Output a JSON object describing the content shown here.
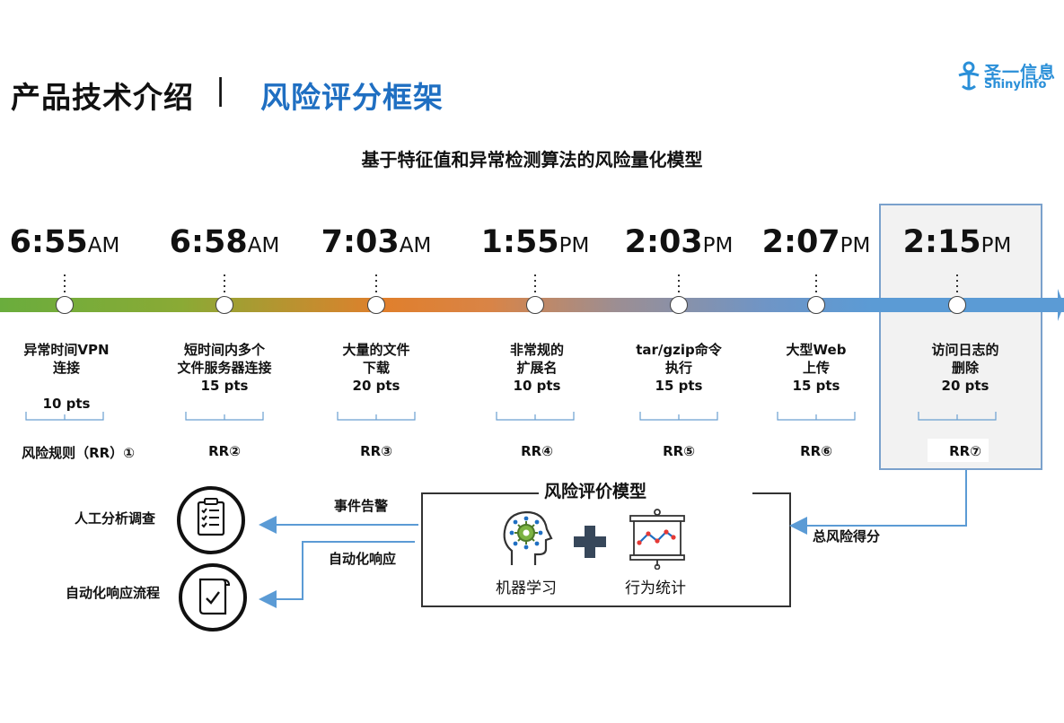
{
  "header": {
    "title": "产品技术介绍",
    "separator": "|",
    "subtitle": "风险评分框架"
  },
  "logo": {
    "cn": "圣一信息",
    "en": "ShinyInfo"
  },
  "diagram_title": "基于特征值和异常检测算法的风险量化模型",
  "events": [
    {
      "time": "6:55",
      "ampm": "AM",
      "label": [
        "异常时间VPN",
        "连接",
        ""
      ],
      "pts": "10 pts",
      "rule": "风险规则（RR）①"
    },
    {
      "time": "6:58",
      "ampm": "AM",
      "label": [
        "短时间内多个",
        "文件服务器连接",
        "15 pts"
      ],
      "pts": "",
      "rule": "RR②"
    },
    {
      "time": "7:03",
      "ampm": "AM",
      "label": [
        "大量的文件",
        "下载",
        "20 pts"
      ],
      "pts": "",
      "rule": "RR③"
    },
    {
      "time": "1:55",
      "ampm": "PM",
      "label": [
        "非常规的",
        "扩展名",
        "10 pts"
      ],
      "pts": "",
      "rule": "RR④"
    },
    {
      "time": "2:03",
      "ampm": "PM",
      "label": [
        "tar/gzip命令",
        "执行",
        "15 pts"
      ],
      "pts": "",
      "rule": "RR⑤"
    },
    {
      "time": "2:07",
      "ampm": "PM",
      "label": [
        "大型Web",
        "上传",
        "15 pts"
      ],
      "pts": "",
      "rule": "RR⑥"
    },
    {
      "time": "2:15",
      "ampm": "PM",
      "label": [
        "访问日志的",
        "删除",
        "20 pts"
      ],
      "pts": "",
      "rule": "RR⑦"
    }
  ],
  "model": {
    "title": "风险评价模型",
    "ml_label": "机器学习",
    "stats_label": "行为统计"
  },
  "flows": {
    "total_score": "总风险得分",
    "alert": "事件告警",
    "auto_response": "自动化响应"
  },
  "outputs": {
    "manual": "人工分析调查",
    "automation": "自动化响应流程"
  },
  "colors": {
    "accent_blue": "#1f6fc2",
    "timeline_green": "#6aad3d",
    "timeline_orange": "#e07f2c",
    "timeline_blue": "#5b9bd5",
    "arrow_blue": "#5b9bd5"
  }
}
